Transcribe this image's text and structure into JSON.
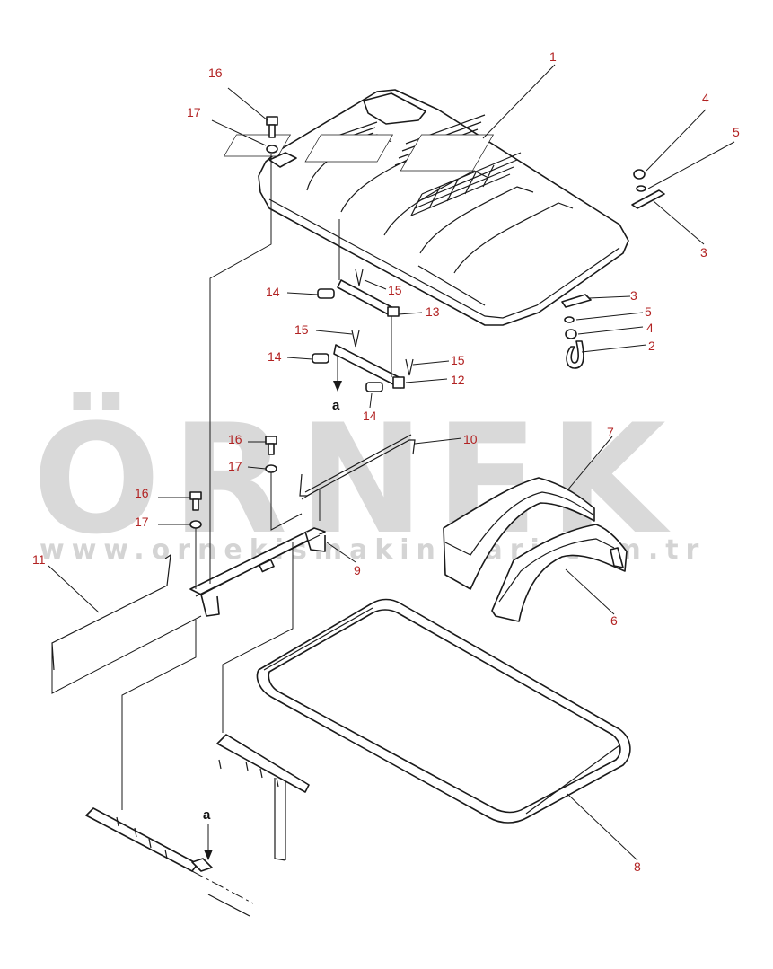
{
  "watermark": {
    "brand": "ÖRNEK",
    "url": "www.ornekismakinalari.com.tr",
    "accent_color": "#f3e19a",
    "text_color": "#d9d9d9"
  },
  "callout_color": "#b22222",
  "view_marker": "a",
  "callouts": {
    "c1": "1",
    "c2": "2",
    "c3a": "3",
    "c3b": "3",
    "c4a": "4",
    "c4b": "4",
    "c5a": "5",
    "c5b": "5",
    "c6": "6",
    "c7": "7",
    "c8": "8",
    "c9": "9",
    "c10": "10",
    "c11": "11",
    "c12": "12",
    "c13": "13",
    "c14a": "14",
    "c14b": "14",
    "c14c": "14",
    "c15a": "15",
    "c15b": "15",
    "c15c": "15",
    "c16a": "16",
    "c16b": "16",
    "c16c": "16",
    "c17a": "17",
    "c17b": "17",
    "c17c": "17"
  }
}
